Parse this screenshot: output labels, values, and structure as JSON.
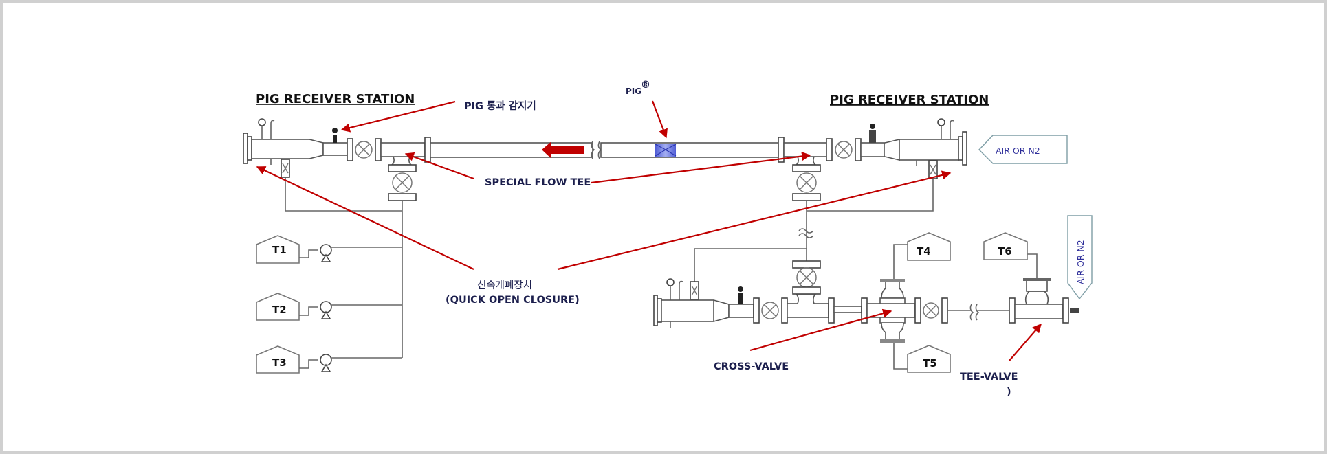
{
  "diagram": {
    "title_left": "PIG RECEIVER STATION",
    "title_right": "PIG RECEIVER STATION",
    "labels": {
      "pig_detector": "PIG 통과 감지기",
      "pig": "PIG",
      "pig_mark": "®",
      "special_flow_tee": "SPECIAL FLOW TEE",
      "quick_open_closure_ko": "신속개폐장치",
      "quick_open_closure_en": "(QUICK OPEN CLOSURE)",
      "cross_valve": "CROSS-VALVE",
      "tee_valve": "TEE-VALVE",
      "tee_valve_paren": ")",
      "air_or_n2_horizontal": "AIR OR N2",
      "air_or_n2_vertical": "AIR OR N2"
    },
    "tanks": [
      "T1",
      "T2",
      "T3",
      "T4",
      "T5",
      "T6"
    ],
    "colors": {
      "leader": "#c00000",
      "label_text": "#1c1f4d",
      "air_text": "#2e2e9a",
      "flow_arrow": "#c00000",
      "pig": "#4a5ad8"
    }
  }
}
